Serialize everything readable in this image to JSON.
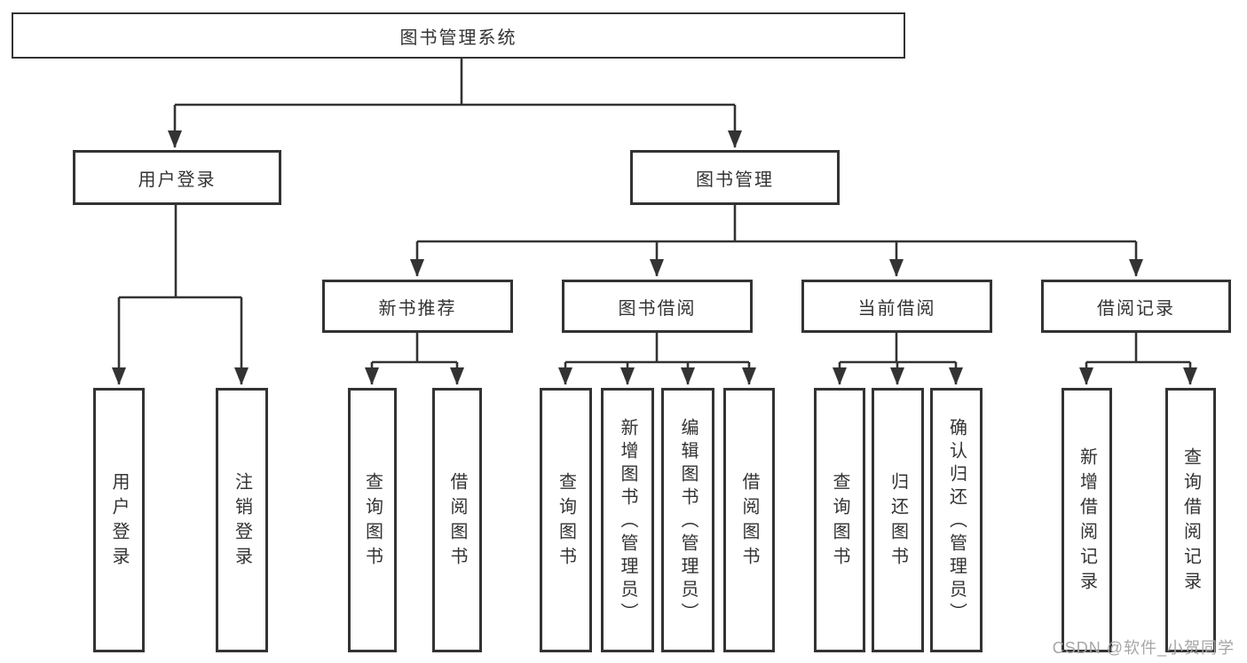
{
  "colors": {
    "line": "#333333",
    "box_border": "#333333",
    "box_bg": "#ffffff",
    "text": "#333333",
    "watermark": "#a6a6a6"
  },
  "watermark": "CSDN @软件_小贺同学",
  "tree": {
    "root": {
      "label": "图书管理系统"
    },
    "level2": [
      {
        "label": "用户登录"
      },
      {
        "label": "图书管理"
      }
    ],
    "level3": [
      {
        "label": "新书推荐"
      },
      {
        "label": "图书借阅"
      },
      {
        "label": "当前借阅"
      },
      {
        "label": "借阅记录"
      }
    ],
    "leaves": {
      "user_login": [
        "用户登录",
        "注销登录"
      ],
      "new_book_recommend": [
        "查询图书",
        "借阅图书"
      ],
      "book_borrow": [
        "查询图书",
        "新增图书（管理员）",
        "编辑图书（管理员）",
        "借阅图书"
      ],
      "current_borrow": [
        "查询图书",
        "归还图书",
        "确认归还（管理员）"
      ],
      "borrow_record": [
        "新增借阅记录",
        "查询借阅记录"
      ]
    }
  }
}
